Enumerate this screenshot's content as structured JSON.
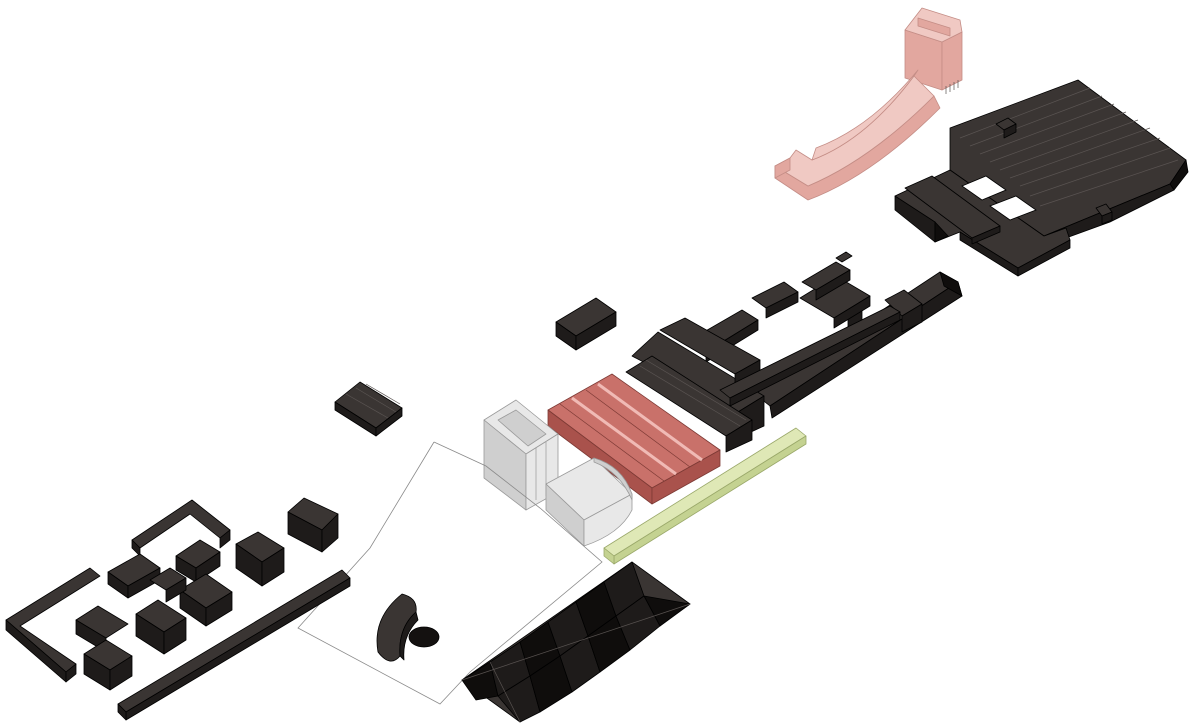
{
  "diagram": {
    "kind": "axonometric-site-massing",
    "background": "#ffffff",
    "palette": {
      "existing_top": "#3a3533",
      "existing_side": "#1e1b1a",
      "existing_dark": "#0f0d0c",
      "existing_edge": "#000000",
      "highlight_pink_top": "#f0c9c3",
      "highlight_pink_side": "#e2a79f",
      "highlight_red_top": "#c9716a",
      "highlight_red_side": "#a9524c",
      "grey_top": "#e6e6e6",
      "grey_side": "#cfcfcf",
      "green_top": "#dfe8b6",
      "green_side": "#c4d291",
      "outline": "#8a8a8a"
    },
    "elements": [
      "pink-curved-building",
      "dark-terraced-hall",
      "dark-linear-complex",
      "red-highlighted-block",
      "grey-tower",
      "grey-vaulted-block",
      "green-strip",
      "site-outline",
      "folded-canopy",
      "housing-cluster"
    ]
  }
}
